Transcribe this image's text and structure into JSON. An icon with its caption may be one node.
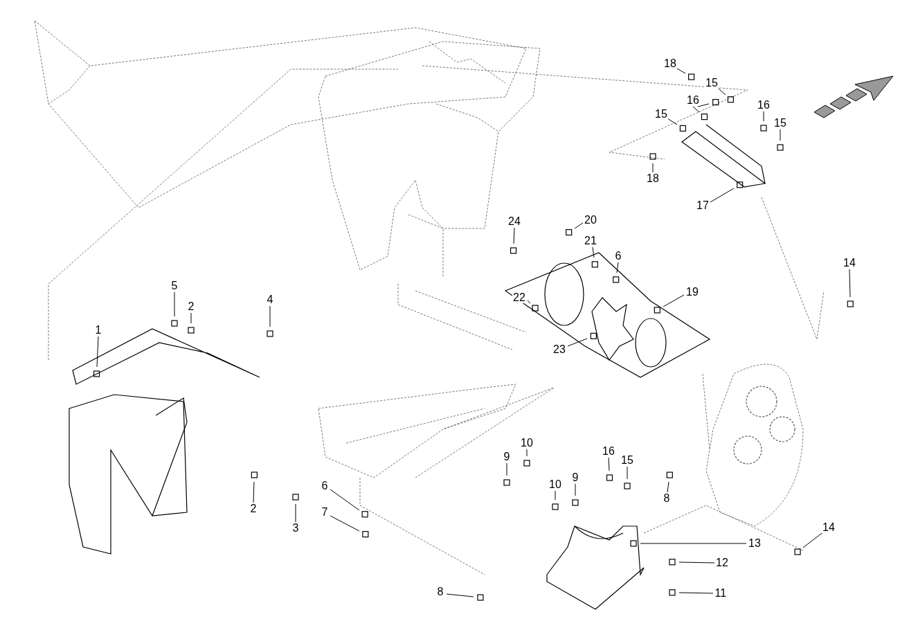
{
  "diagram": {
    "nodes": [
      {
        "text": [
          "18"
        ]
      },
      {
        "text": [
          "15"
        ]
      },
      {
        "text": [
          "16"
        ]
      },
      {
        "text": [
          "15"
        ]
      },
      {
        "text": [
          "16"
        ]
      },
      {
        "text": [
          "15"
        ]
      },
      {
        "text": [
          "18"
        ]
      },
      {
        "text": [
          "17"
        ]
      },
      {
        "text": [
          "24"
        ]
      },
      {
        "text": [
          "20"
        ]
      },
      {
        "text": [
          "21"
        ]
      },
      {
        "text": [
          "6"
        ]
      },
      {
        "text": [
          "14"
        ]
      },
      {
        "text": [
          "5"
        ]
      },
      {
        "text": [
          "19"
        ]
      },
      {
        "text": [
          "22"
        ]
      },
      {
        "text": [
          "4"
        ]
      },
      {
        "text": [
          "2"
        ]
      },
      {
        "text": [
          "1"
        ]
      },
      {
        "text": [
          "23"
        ]
      },
      {
        "text": [
          "16"
        ]
      },
      {
        "text": [
          "10"
        ]
      },
      {
        "text": [
          "15"
        ]
      },
      {
        "text": [
          "9"
        ]
      },
      {
        "text": [
          "10"
        ]
      },
      {
        "text": [
          "9"
        ]
      },
      {
        "text": [
          "8"
        ]
      },
      {
        "text": [
          "6"
        ]
      },
      {
        "text": [
          "2"
        ]
      },
      {
        "text": [
          "7"
        ]
      },
      {
        "text": [
          "14"
        ]
      },
      {
        "text": [
          "3"
        ]
      },
      {
        "text": [
          "13"
        ]
      },
      {
        "text": [
          "12"
        ]
      },
      {
        "text": [
          "11"
        ]
      },
      {
        "text": [
          "8"
        ]
      }
    ],
    "edges": [
      {
        "from": 0,
        "to": null,
        "arrow": "none"
      },
      {
        "from": 1,
        "to": null,
        "arrow": "none"
      },
      {
        "from": 2,
        "to": null,
        "arrow": "none"
      },
      {
        "from": 2,
        "to": null,
        "arrow": "none"
      },
      {
        "from": 3,
        "to": null,
        "arrow": "none"
      },
      {
        "from": 4,
        "to": null,
        "arrow": "none"
      },
      {
        "from": 5,
        "to": null,
        "arrow": "none"
      },
      {
        "from": 6,
        "to": null,
        "arrow": "none"
      },
      {
        "from": 7,
        "to": null,
        "arrow": "none"
      },
      {
        "from": 8,
        "to": null,
        "arrow": "none"
      },
      {
        "from": 9,
        "to": null,
        "arrow": "none"
      },
      {
        "from": 10,
        "to": null,
        "arrow": "none"
      },
      {
        "from": 11,
        "to": null,
        "arrow": "none"
      },
      {
        "from": 12,
        "to": null,
        "arrow": "none"
      },
      {
        "from": 13,
        "to": null,
        "arrow": "none"
      },
      {
        "from": 14,
        "to": null,
        "arrow": "none"
      },
      {
        "from": 15,
        "to": null,
        "arrow": "none"
      },
      {
        "from": 16,
        "to": null,
        "arrow": "none"
      },
      {
        "from": 17,
        "to": null,
        "arrow": "none"
      },
      {
        "from": 18,
        "to": null,
        "arrow": "none"
      },
      {
        "from": 19,
        "to": null,
        "arrow": "none"
      },
      {
        "from": 20,
        "to": null,
        "arrow": "none"
      },
      {
        "from": 21,
        "to": null,
        "arrow": "none"
      },
      {
        "from": 22,
        "to": null,
        "arrow": "none"
      },
      {
        "from": 23,
        "to": null,
        "arrow": "none"
      },
      {
        "from": 24,
        "to": null,
        "arrow": "none"
      },
      {
        "from": 25,
        "to": null,
        "arrow": "none"
      },
      {
        "from": 26,
        "to": null,
        "arrow": "none"
      },
      {
        "from": 27,
        "to": null,
        "arrow": "none"
      },
      {
        "from": 28,
        "to": null,
        "arrow": "none"
      },
      {
        "from": 29,
        "to": null,
        "arrow": "none"
      },
      {
        "from": 30,
        "to": null,
        "arrow": "none"
      },
      {
        "from": 31,
        "to": null,
        "arrow": "none"
      },
      {
        "from": 32,
        "to": null,
        "arrow": "none"
      },
      {
        "from": 33,
        "to": null,
        "arrow": "none"
      },
      {
        "from": 34,
        "to": null,
        "arrow": "none"
      },
      {
        "from": 35,
        "to": null,
        "arrow": "none"
      }
    ]
  }
}
